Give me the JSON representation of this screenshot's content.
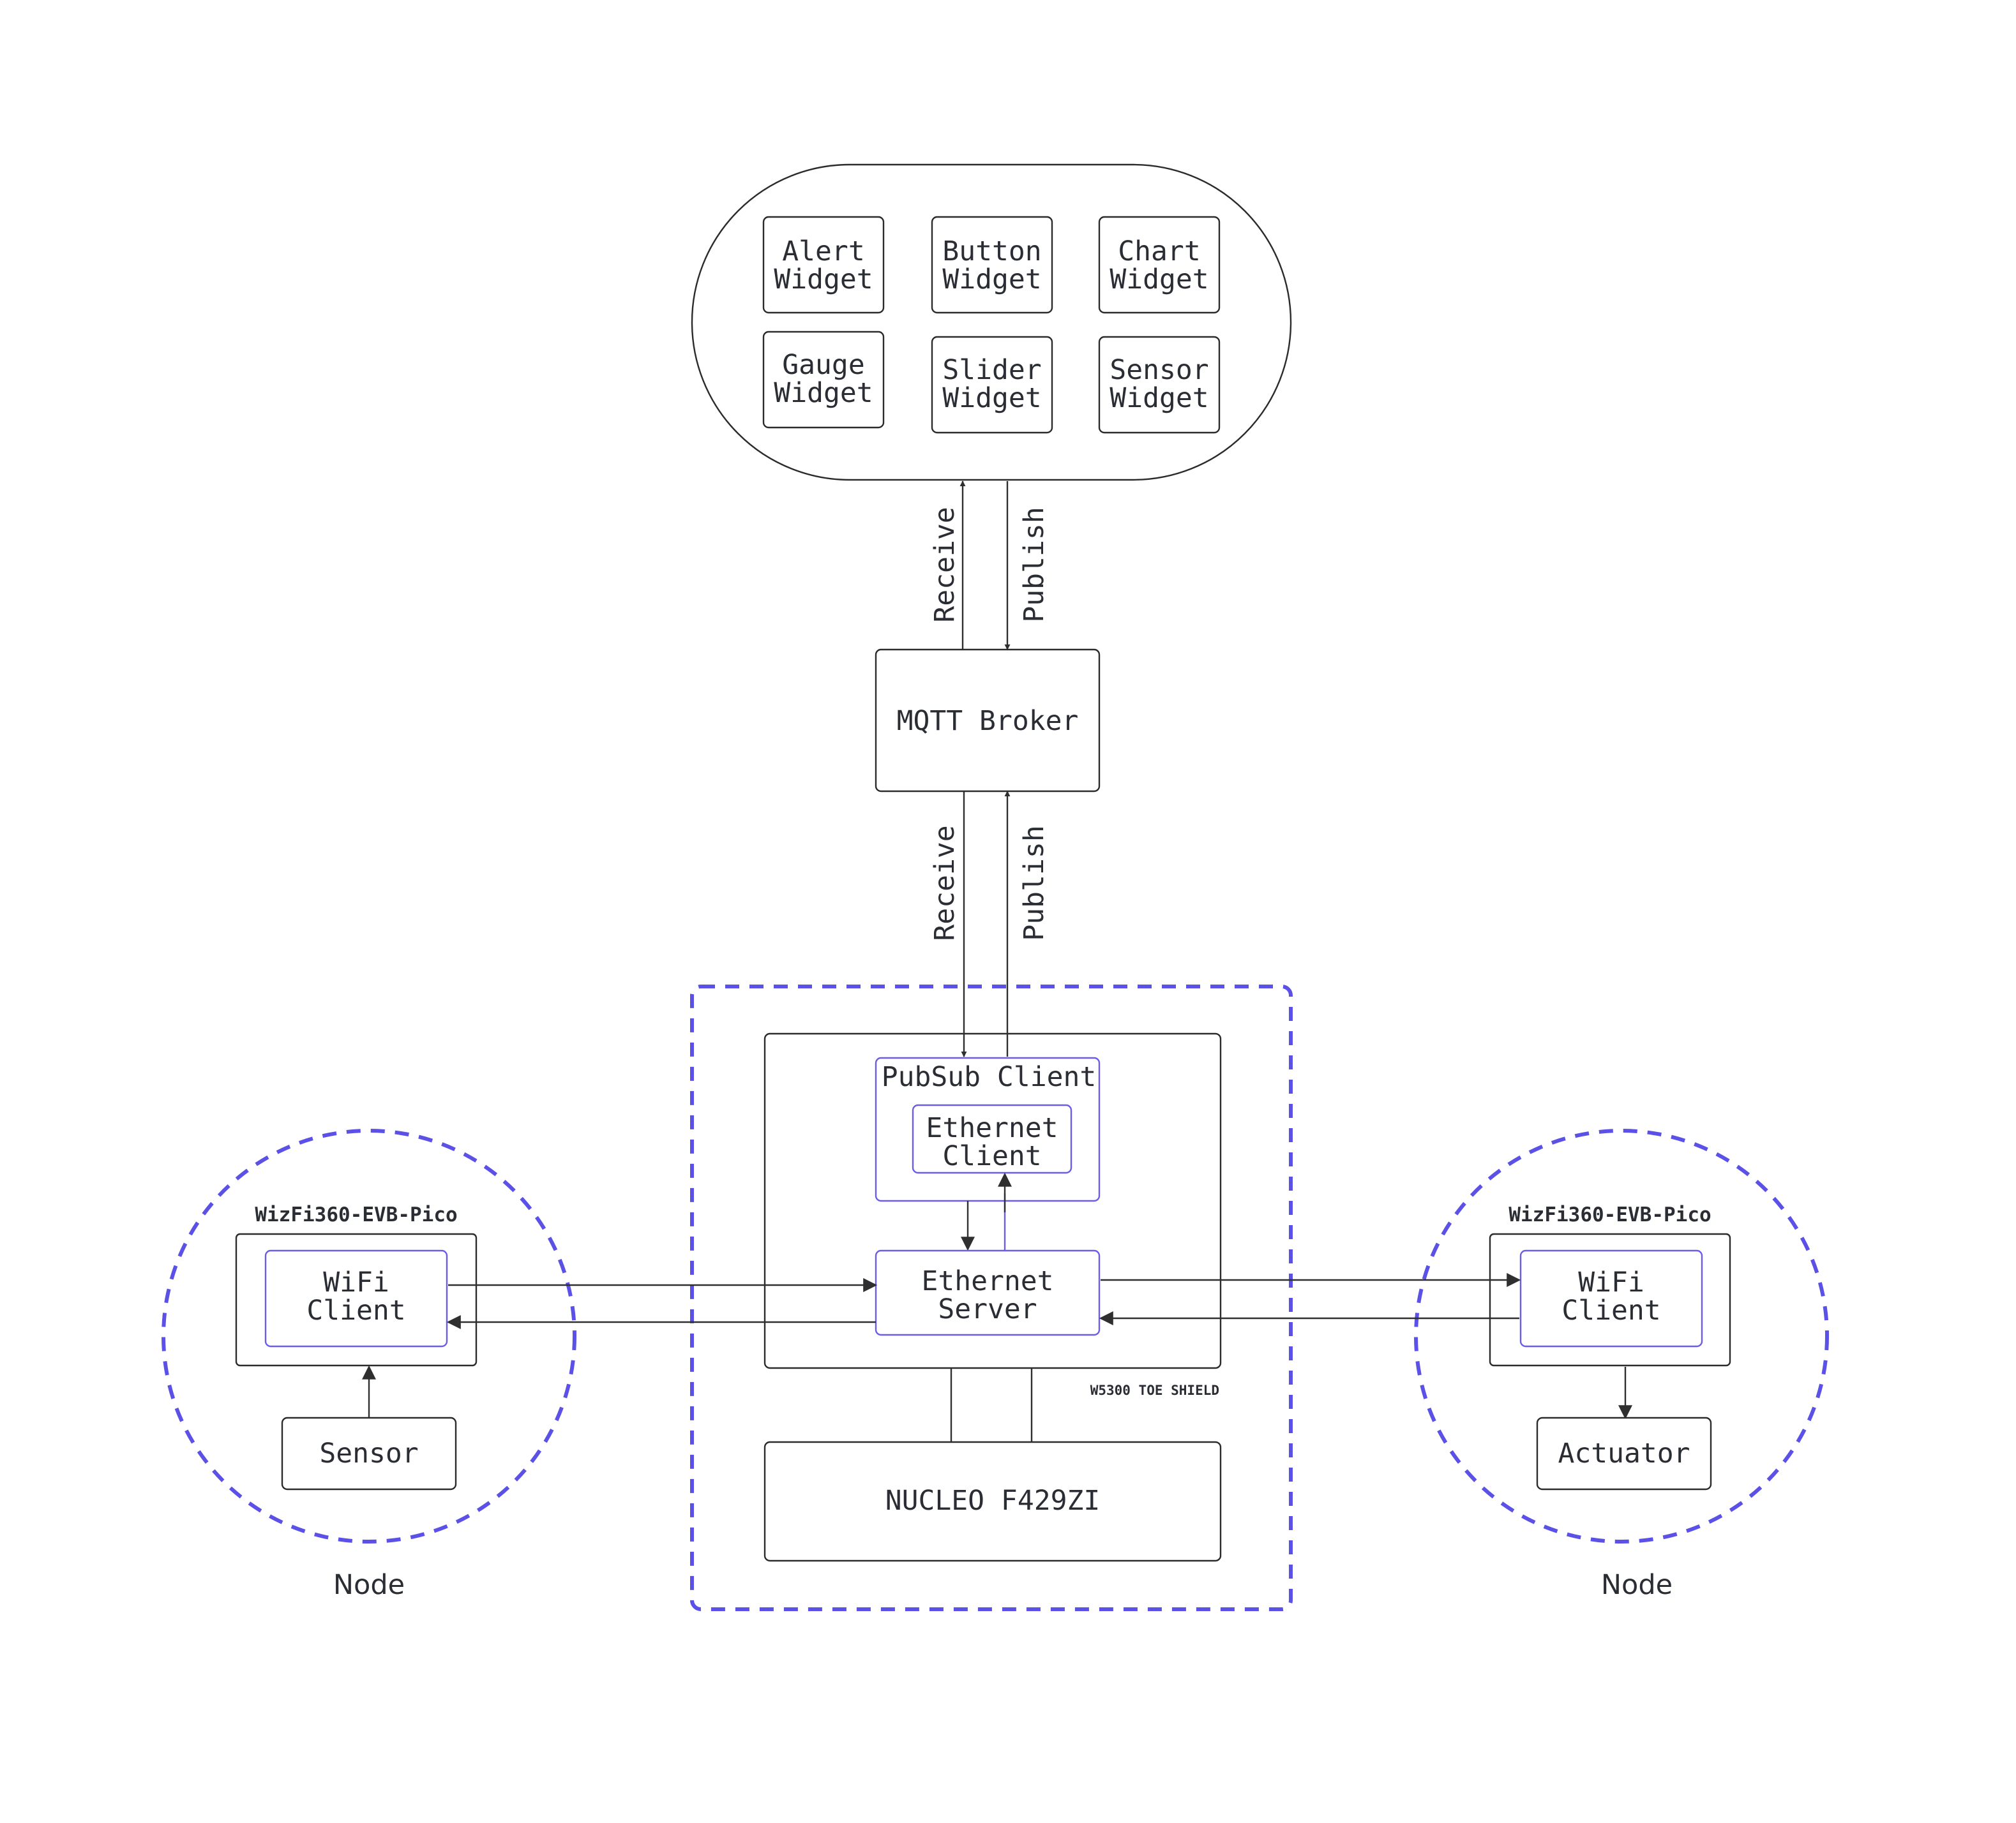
{
  "dashboard": {
    "widgets": [
      {
        "line1": "Alert",
        "line2": "Widget"
      },
      {
        "line1": "Button",
        "line2": "Widget"
      },
      {
        "line1": "Chart",
        "line2": "Widget"
      },
      {
        "line1": "Gauge",
        "line2": "Widget"
      },
      {
        "line1": "Slider",
        "line2": "Widget"
      },
      {
        "line1": "Sensor",
        "line2": "Widget"
      }
    ]
  },
  "links": {
    "upper_receive": "Receive",
    "upper_publish": "Publish",
    "lower_receive": "Receive",
    "lower_publish": "Publish"
  },
  "broker": {
    "label": "MQTT Broker"
  },
  "gateway": {
    "pubsub": "PubSub Client",
    "eth_client": {
      "line1": "Ethernet",
      "line2": "Client"
    },
    "eth_server": {
      "line1": "Ethernet",
      "line2": "Server"
    },
    "shield_label": "W5300 TOE SHIELD",
    "board": "NUCLEO F429ZI"
  },
  "left_node": {
    "board": "WizFi360-EVB-Pico",
    "wifi": {
      "line1": "WiFi",
      "line2": "Client"
    },
    "device": "Sensor",
    "caption": "Node"
  },
  "right_node": {
    "board": "WizFi360-EVB-Pico",
    "wifi": {
      "line1": "WiFi",
      "line2": "Client"
    },
    "device": "Actuator",
    "caption": "Node"
  },
  "colors": {
    "dashed_outline": "#5b51e6",
    "inner_box_stroke": "#6b5de8",
    "line": "#2f2f2f",
    "text": "#2a2d34"
  }
}
